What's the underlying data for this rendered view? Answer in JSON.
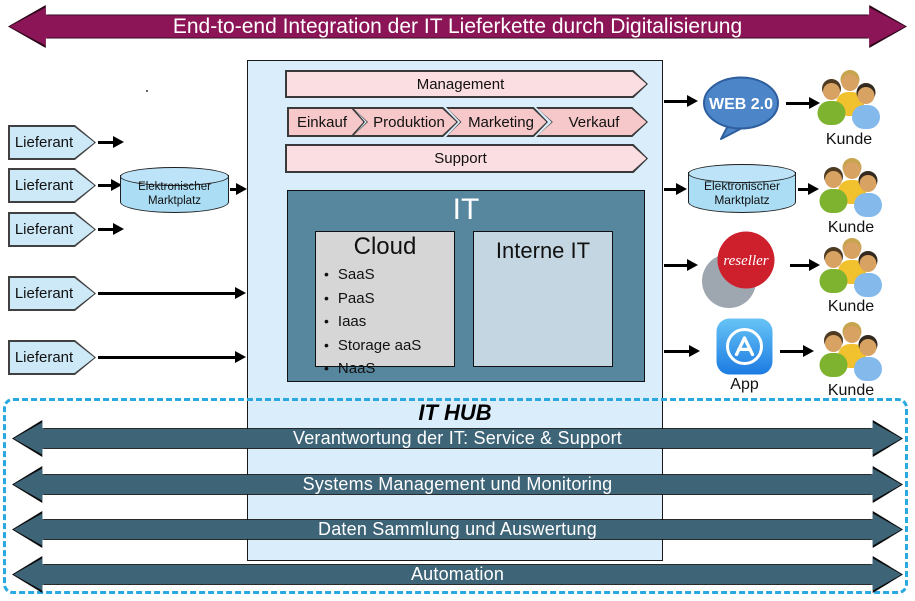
{
  "banner": {
    "title": "End-to-end Integration der IT Lieferkette durch Digitalisierung"
  },
  "suppliers": {
    "items": [
      {
        "label": "Lieferant"
      },
      {
        "label": "Lieferant"
      },
      {
        "label": "Lieferant"
      },
      {
        "label": "Lieferant"
      },
      {
        "label": "Lieferant"
      }
    ]
  },
  "marketplace_left": {
    "label": "Elektronischer Marktplatz"
  },
  "value_chain": {
    "management": "Management",
    "stages": [
      {
        "label": "Einkauf"
      },
      {
        "label": "Produktion"
      },
      {
        "label": "Marketing"
      },
      {
        "label": "Verkauf"
      }
    ],
    "support": "Support"
  },
  "it_block": {
    "title": "IT",
    "cloud": {
      "title": "Cloud",
      "services": [
        "SaaS",
        "PaaS",
        "Iaas",
        "Storage aaS",
        "NaaS"
      ]
    },
    "internal_it": {
      "title": "Interne IT"
    }
  },
  "channels": {
    "web20": {
      "label": "WEB 2.0"
    },
    "marketplace": {
      "label": "Elektronischer Marktplatz"
    },
    "reseller": {
      "label": "reseller"
    },
    "app": {
      "label": "App"
    }
  },
  "customers": {
    "items": [
      {
        "label": "Kunde"
      },
      {
        "label": "Kunde"
      },
      {
        "label": "Kunde"
      },
      {
        "label": "Kunde"
      }
    ]
  },
  "hub": {
    "title": "IT HUB",
    "layers": [
      {
        "label": "Verantwortung der IT: Service & Support"
      },
      {
        "label": "Systems Management und Monitoring"
      },
      {
        "label": "Daten Sammlung und Auswertung"
      },
      {
        "label": "Automation"
      }
    ]
  },
  "colors": {
    "banner": "#8C1557",
    "panel_blue": "#D9EEFA",
    "node_blue": "#CDE9F8",
    "cylinder_blue": "#ABDDF5",
    "pink_light": "#FBDEE1",
    "pink": "#F7C8CA",
    "it_steel": "#57869F",
    "cloud_gray": "#D6D6D6",
    "internal_blue": "#C4D6E2",
    "hub_arrow": "#3E6478",
    "dashed_border": "#2AA8E0",
    "web_bubble": "#4C86C8",
    "reseller_red": "#CE1F2D",
    "app_blue": "#1E7BE2"
  }
}
